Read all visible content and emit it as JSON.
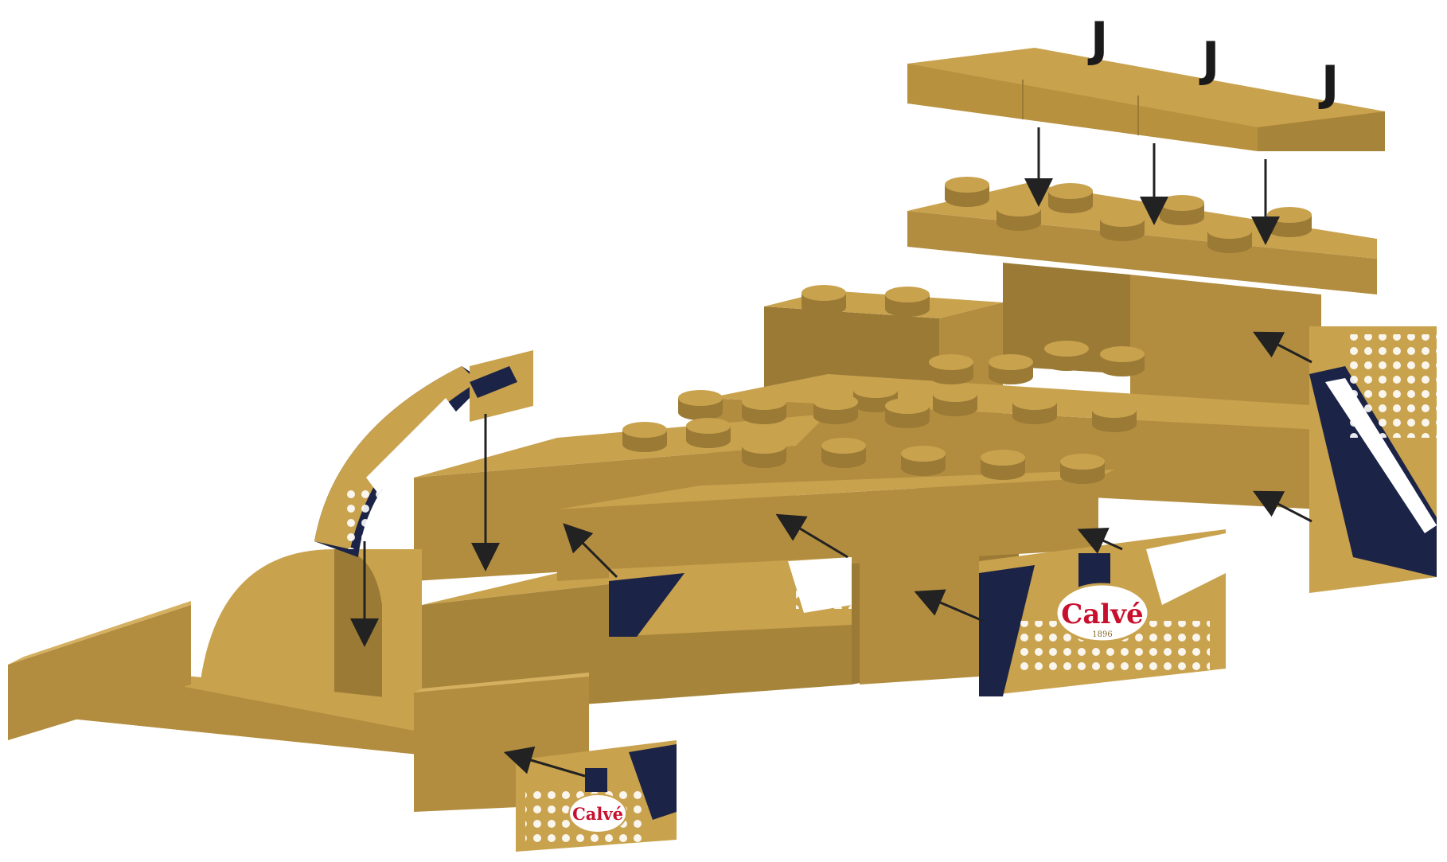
{
  "diagram": {
    "marks": [
      "J",
      "J",
      "J"
    ],
    "brand_logo": "Calvé",
    "brand_logo_sub": "1896"
  },
  "colors": {
    "gold_light": "#c9a24e",
    "gold_mid": "#b38d3f",
    "gold_dark": "#9a7a35",
    "navy": "#1b2347",
    "white": "#ffffff",
    "arrow": "#222222",
    "brand_red": "#c8102e"
  },
  "icons": [
    "arrow-icon",
    "calve-logo",
    "stud-icon"
  ]
}
